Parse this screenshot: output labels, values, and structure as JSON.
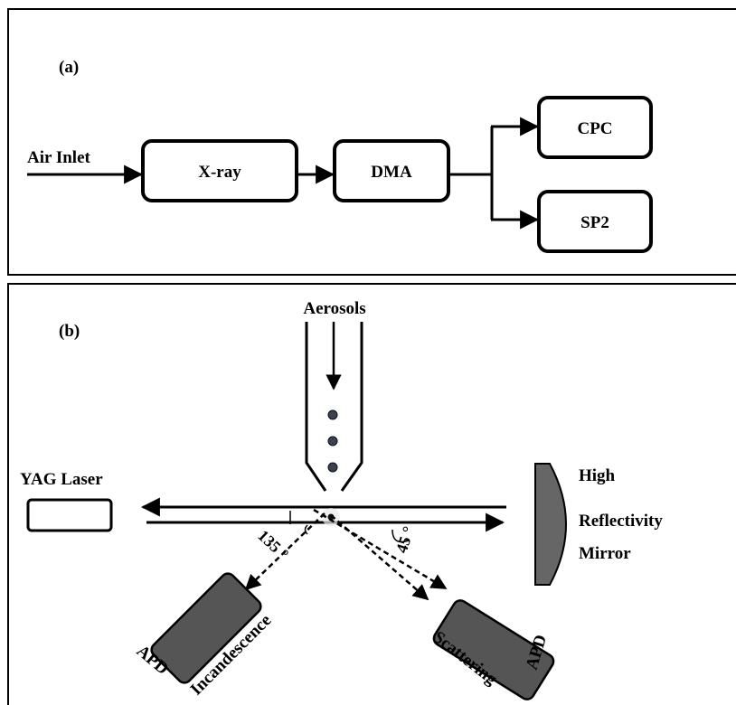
{
  "panel_a": {
    "label": "(a)",
    "inlet_label": "Air Inlet",
    "boxes": {
      "xray": "X-ray",
      "dma": "DMA",
      "cpc": "CPC",
      "sp2": "SP2"
    }
  },
  "panel_b": {
    "label": "(b)",
    "aerosols_label": "Aerosols",
    "laser_label": "YAG Laser",
    "mirror_label_line1": "High",
    "mirror_label_line2": "Reflectivity",
    "mirror_label_line3": "Mirror",
    "angle_left": "135 °",
    "angle_right": "45 °",
    "detector_left_apd": "APD",
    "detector_left_name": "Incandescence",
    "detector_right_name": "Scattering",
    "detector_right_apd": "APD"
  },
  "colors": {
    "stroke": "#000000",
    "detector_fill": "#555555",
    "mirror_fill": "#666666",
    "particle_fill": "#3a4150"
  }
}
